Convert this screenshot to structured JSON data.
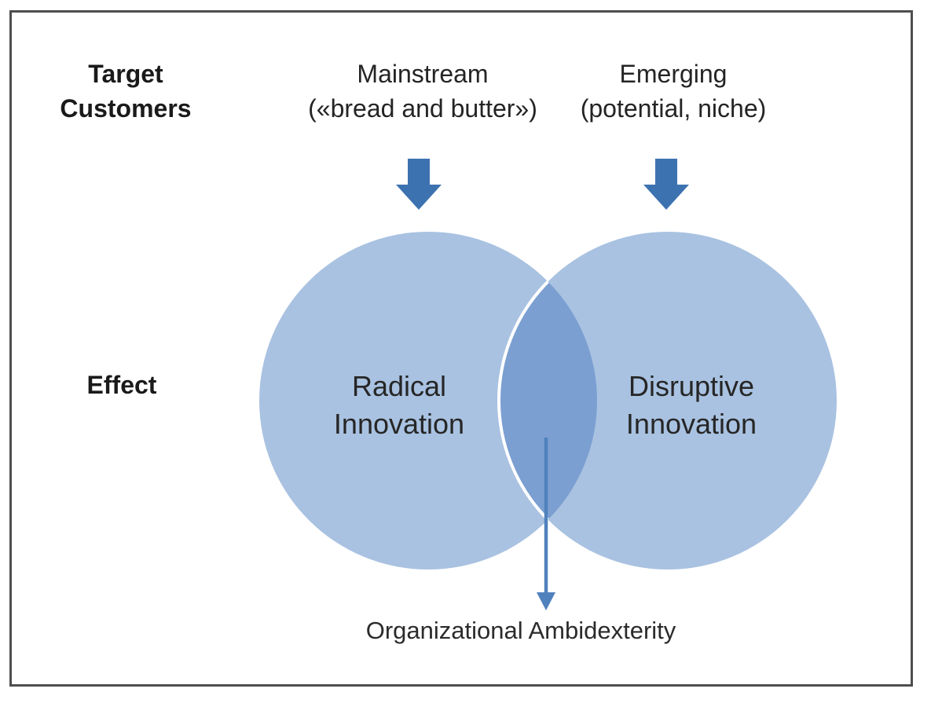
{
  "header": {
    "row_label": {
      "line1": "Target",
      "line2": "Customers"
    },
    "mainstream": {
      "line1": "Mainstream",
      "line2": "(«bread and butter»)"
    },
    "emerging": {
      "line1": "Emerging",
      "line2": "(potential, niche)"
    }
  },
  "rows": {
    "effect_label": "Effect"
  },
  "venn": {
    "left_circle": {
      "line1": "Radical",
      "line2": "Innovation"
    },
    "right_circle": {
      "line1": "Disruptive",
      "line2": "Innovation"
    }
  },
  "result": {
    "label": "Organizational Ambidexterity"
  },
  "colors": {
    "circle_fill": "#a9c2e1",
    "overlap_fill": "#7b9fd1",
    "block_arrow": "#3d72b1",
    "thin_arrow": "#4f81bd",
    "frame_border": "#4e4e4e",
    "text_dark": "#242424"
  },
  "icons": {
    "mainstream_arrow": "block-down-arrow-icon",
    "emerging_arrow": "block-down-arrow-icon",
    "result_arrow": "thin-down-arrow-icon"
  }
}
